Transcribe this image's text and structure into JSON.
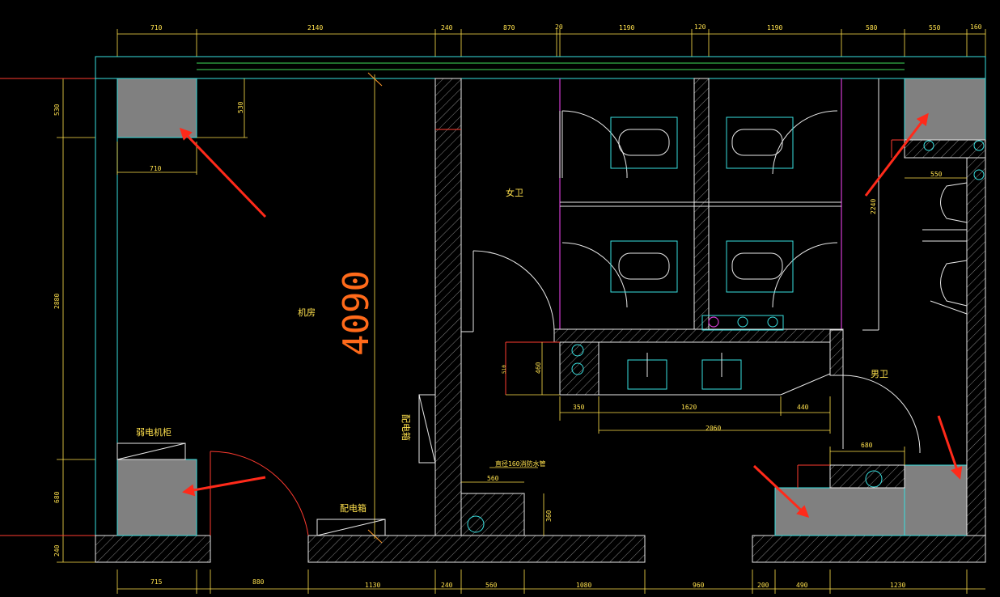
{
  "rooms": {
    "machine_room": "机房",
    "womens_restroom": "女卫",
    "mens_restroom": "男卫",
    "weak_current_cabinet": "弱电机柜",
    "distribution_box_bottom": "配电箱",
    "distribution_box_vertical": "配电箱",
    "fire_water_pipe": "直径160消防水管"
  },
  "big_dimension": "4090",
  "dims": {
    "top": [
      "710",
      "2140",
      "240",
      "870",
      "20",
      "1190",
      "120",
      "1190",
      "580",
      "550",
      "160"
    ],
    "bottom": [
      "715",
      "880",
      "1130",
      "240",
      "560",
      "1080",
      "960",
      "200",
      "490",
      "1230"
    ],
    "left": [
      "530",
      "2880",
      "680",
      "240"
    ],
    "inner": {
      "top_left_width": "710",
      "top_left_height": "530",
      "right_vertical": "2240",
      "right_small": "550",
      "sink_350": "350",
      "sink_1620": "1620",
      "sink_440": "440",
      "sink_2060": "2060",
      "sink_460": "460",
      "sink_small": "510",
      "urinal_680": "680",
      "pipe_560": "560",
      "pipe_360": "360"
    }
  },
  "colors": {
    "background": "#000000",
    "wall_cyan": "#39e0e0",
    "dimension_yellow": "#ffe14d",
    "annotation_red": "#ff2a1a",
    "column_grey": "#808080",
    "partition_magenta": "#d23bd2"
  }
}
